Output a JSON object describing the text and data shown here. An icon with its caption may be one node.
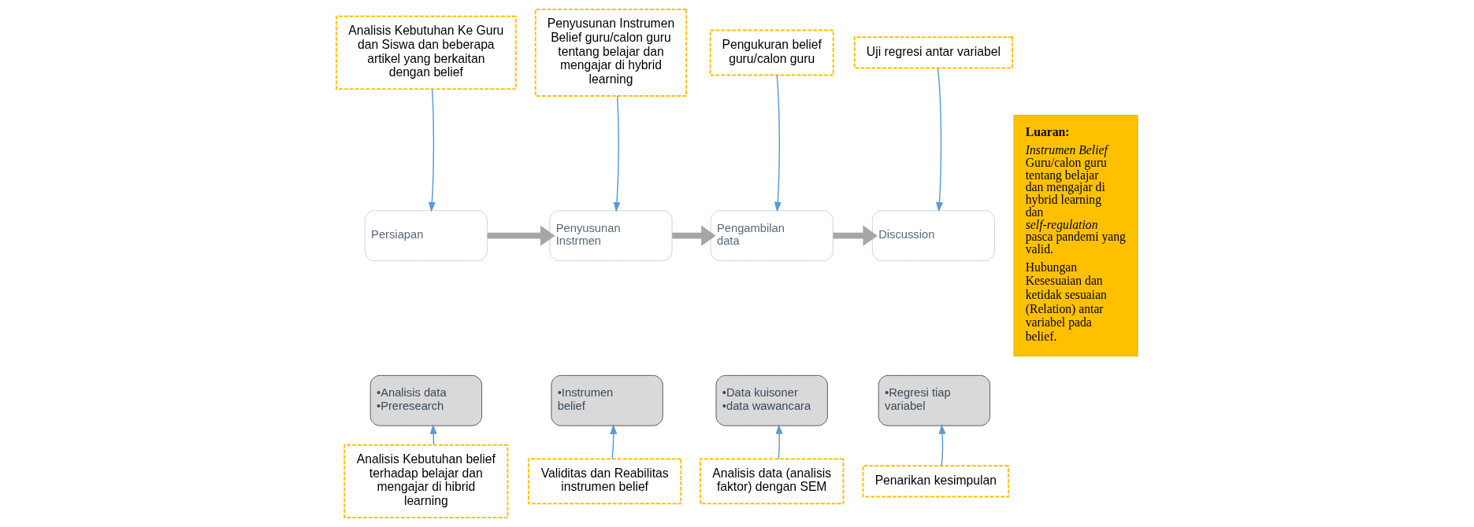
{
  "diagram": {
    "nodes": [
      {
        "text": [
          "Analisis Kebutuhan Ke Guru dan Siswa dan beberapa artikel yang berkaitan dengan belief"
        ]
      },
      {
        "text": [
          "Persiapan"
        ]
      },
      {
        "text": [
          "•Analisis data",
          "•Preresearch"
        ]
      },
      {
        "text": [
          "Analisis Kebutuhan belief terhadap belajar dan mengajar di hibrid learning"
        ]
      },
      {
        "text": [
          "Penyusunan Instrumen Belief guru/calon guru tentang belajar dan mengajar di hybrid learning"
        ]
      },
      {
        "text": [
          "Penyusunan Instrmen"
        ]
      },
      {
        "text": [
          "•Instrumen belief"
        ]
      },
      {
        "text": [
          "Validitas dan Reabilitas instrumen belief"
        ]
      },
      {
        "text": [
          "Pengukuran belief guru/calon guru"
        ]
      },
      {
        "text": [
          "Pengambilan data"
        ]
      },
      {
        "text": [
          "•Data kuisoner",
          "•data wawancara"
        ]
      },
      {
        "text": [
          "Analisis data (analisis faktor) dengan SEM"
        ]
      },
      {
        "text": [
          "Uji regresi antar variabel"
        ]
      },
      {
        "text": [
          "Discussion"
        ]
      },
      {
        "text": [
          "•Regresi tiap variabel"
        ]
      },
      {
        "text": [
          "Penarikan kesimpulan"
        ]
      },
      {
        "text": [
          "Luaran:",
          "*Instrumen Belief* Guru/calon guru tentang belajar dan mengajar di hybrid learning dan *self-regulation* pasca pandemi yang valid.",
          "Hubungan Kesesuaian dan ketidak sesuaian (Relation) antar variabel pada belief."
        ]
      }
    ],
    "edges": [
      {
        "from": 0,
        "to": 1,
        "arrow": "to"
      },
      {
        "from": 3,
        "to": 2,
        "arrow": "to"
      },
      {
        "from": 4,
        "to": 5,
        "arrow": "to"
      },
      {
        "from": 7,
        "to": 6,
        "arrow": "to"
      },
      {
        "from": 8,
        "to": 9,
        "arrow": "to"
      },
      {
        "from": 11,
        "to": 10,
        "arrow": "to"
      },
      {
        "from": 12,
        "to": 13,
        "arrow": "to"
      },
      {
        "from": 15,
        "to": 14,
        "arrow": "to"
      },
      {
        "from": 1,
        "to": 5,
        "arrow": "to",
        "style": "thick",
        "color": "#a6a6a6"
      },
      {
        "from": 5,
        "to": 9,
        "arrow": "to",
        "style": "thick",
        "color": "#a6a6a6"
      },
      {
        "from": 9,
        "to": 13,
        "arrow": "to",
        "style": "thick",
        "color": "#a6a6a6"
      }
    ]
  }
}
